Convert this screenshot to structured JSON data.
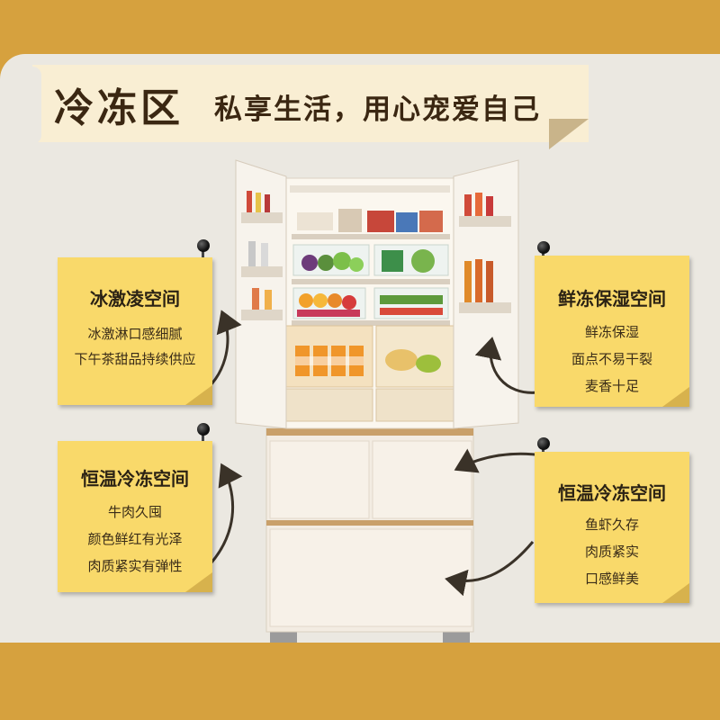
{
  "title": {
    "main": "冷冻区",
    "sub": "私享生活，用心宠爱自己"
  },
  "notes": [
    {
      "title": "冰激凌空间",
      "lines": [
        "冰激淋口感细腻",
        "下午茶甜品持续供应"
      ]
    },
    {
      "title": "鲜冻保湿空间",
      "lines": [
        "鲜冻保湿",
        "面点不易干裂",
        "麦香十足"
      ]
    },
    {
      "title": "恒温冷冻空间",
      "lines": [
        "牛肉久囤",
        "颜色鲜红有光泽",
        "肉质紧实有弹性"
      ]
    },
    {
      "title": "恒温冷冻空间",
      "lines": [
        "鱼虾久存",
        "肉质紧实",
        "口感鲜美"
      ]
    }
  ],
  "colors": {
    "outer_bg": "#d6a13e",
    "panel_bg": "#ebe8e1",
    "banner_bg": "#f9eed3",
    "note_bg": "#f9d96a",
    "title_text": "#3b2712",
    "fridge_body": "#f3ece2",
    "trim_gold": "#c9a06a"
  },
  "icons": [
    "pin-icon",
    "curved-arrow-icon"
  ]
}
